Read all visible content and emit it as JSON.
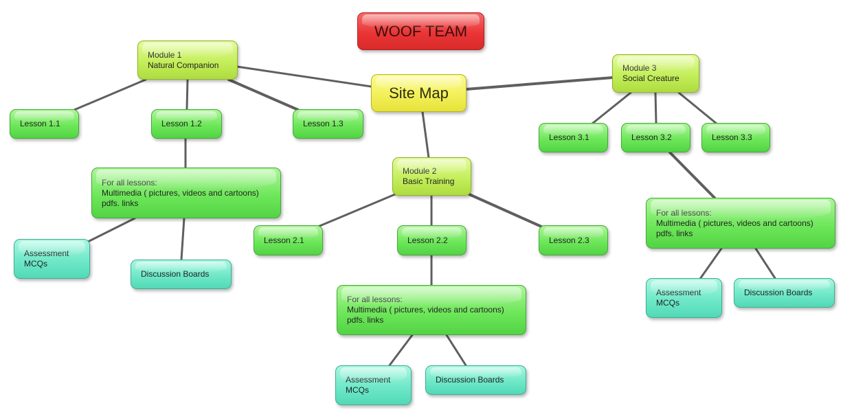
{
  "title": "WOOF TEAM",
  "center": "Site Map",
  "modules": [
    {
      "line1": "Module 1",
      "line2": "Natural Companion"
    },
    {
      "line1": "Module 2",
      "line2": "Basic Training"
    },
    {
      "line1": "Module 3",
      "line2": "Social Creature"
    }
  ],
  "lessons": {
    "m1": [
      "Lesson 1.1",
      "Lesson 1.2",
      "Lesson 1.3"
    ],
    "m2": [
      "Lesson 2.1",
      "Lesson 2.2",
      "Lesson 2.3"
    ],
    "m3": [
      "Lesson 3.1",
      "Lesson 3.2",
      "Lesson 3.3"
    ]
  },
  "resources": {
    "line1": "For all lessons:",
    "line2": "Multimedia ( pictures, videos and cartoons)",
    "line3": "pdfs. links"
  },
  "assessment": {
    "line1": "Assessment",
    "line2": "MCQs"
  },
  "discussion": "Discussion Boards",
  "colors": {
    "title": "#e83a3a",
    "center": "#f2ef5a",
    "module": "#c3ed5b",
    "lesson": "#6ee75a",
    "leaf": "#6fe8c8",
    "link": "#5f5f5f"
  }
}
